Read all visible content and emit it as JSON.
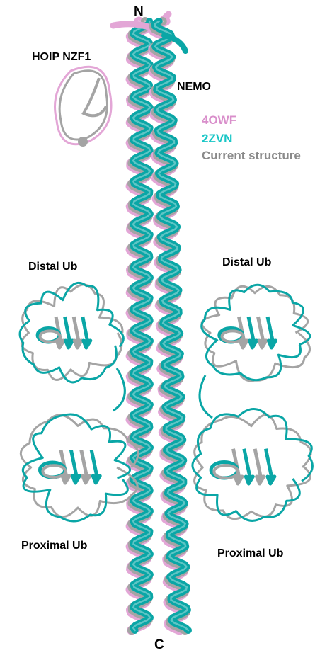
{
  "labels": {
    "n_terminus": "N",
    "c_terminus": "C",
    "hoip_nzf1": "HOIP NZF1",
    "nemo": "NEMO",
    "distal_ub_left": "Distal Ub",
    "distal_ub_right": "Distal Ub",
    "proximal_ub_left": "Proximal Ub",
    "proximal_ub_right": "Proximal Ub"
  },
  "legend": {
    "items": [
      {
        "label": "4OWF",
        "color": "#d98fcb"
      },
      {
        "label": "2ZVN",
        "color": "#18c6c6"
      },
      {
        "label": "Current structure",
        "color": "#8a8a8a"
      }
    ]
  },
  "colors": {
    "pink": "#e3a6d6",
    "teal": "#0aa6a6",
    "gray": "#a4a4a4"
  }
}
